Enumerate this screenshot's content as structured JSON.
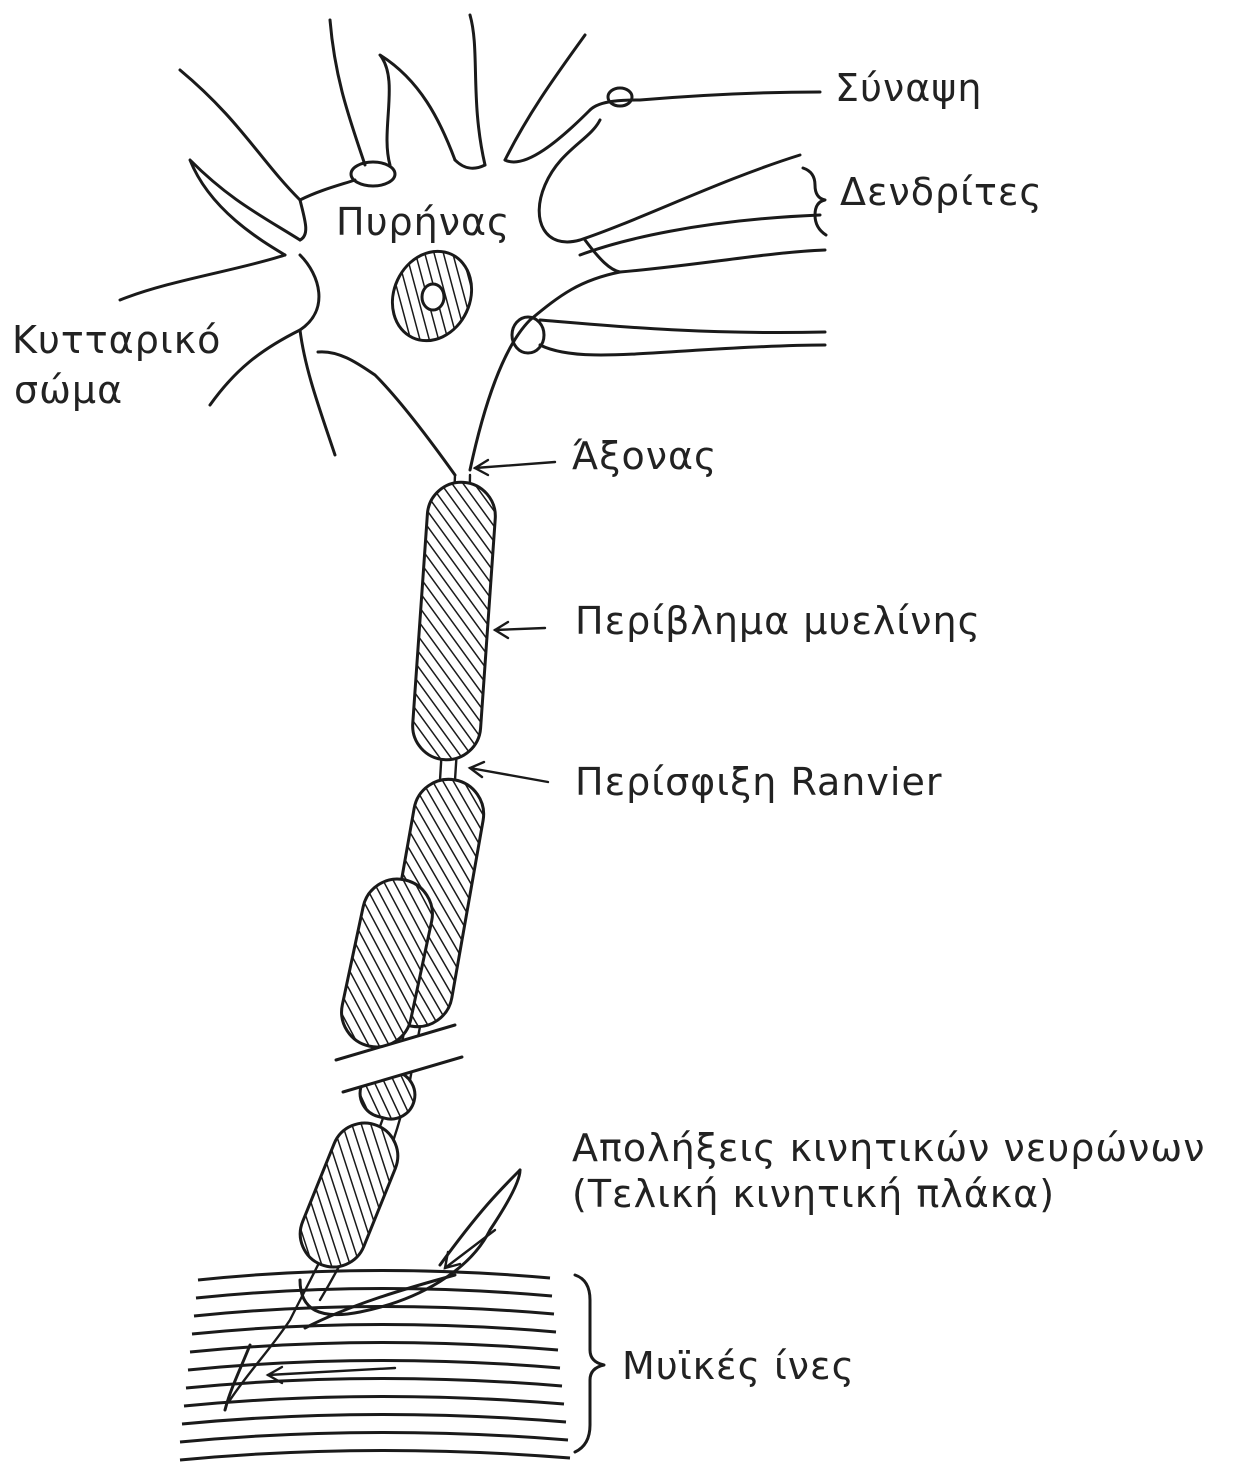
{
  "labels": {
    "synapse": "Σύναψη",
    "dendrites": "Δενδρίτες",
    "nucleus": "Πυρήνας",
    "cell_body_line1": "Κυτταρικό",
    "cell_body_line2": "σώμα",
    "axon": "Άξονας",
    "myelin_sheath": "Περίβλημα μυελίνης",
    "node_of_ranvier": "Περίσφιξη Ranvier",
    "motor_endings_line1": "Απολήξεις κινητικών νευρώνων",
    "motor_endings_line2": "(Τελική κινητική πλάκα)",
    "muscle_fibers": "Μυϊκές ίνες"
  },
  "colors": {
    "line": "#1a1a1a",
    "text": "#222222",
    "background": "#ffffff"
  }
}
